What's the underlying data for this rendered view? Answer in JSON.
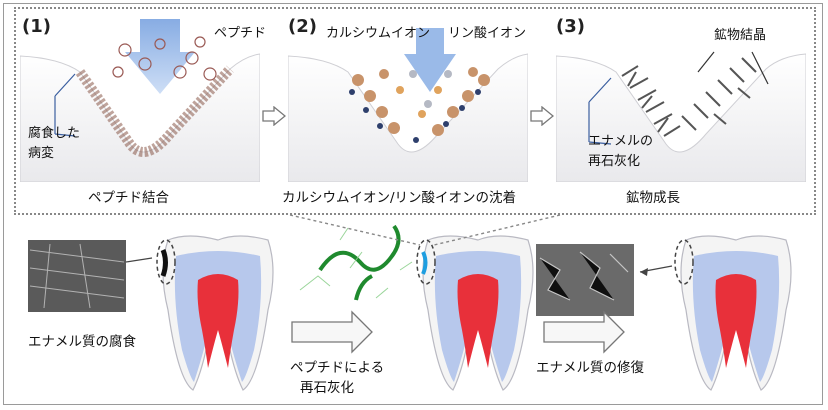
{
  "steps": [
    {
      "number": "(1)",
      "caption": "ペプチド結合",
      "labels": {
        "peptide": "ペプチド",
        "lesion_line1": "腐食した",
        "lesion_line2": "病変"
      }
    },
    {
      "number": "(2)",
      "caption": "カルシウムイオン/リン酸イオンの沈着",
      "labels": {
        "calcium": "カルシウムイオン",
        "phosphate": "リン酸イオン"
      }
    },
    {
      "number": "(3)",
      "caption": "鉱物成長",
      "labels": {
        "crystal": "鉱物結晶",
        "remin_line1": "エナメルの",
        "remin_line2": "再石灰化"
      }
    }
  ],
  "bottom": {
    "caries": "エナメル質の腐食",
    "peptide_remin_line1": "ペプチドによる",
    "peptide_remin_line2": "再石灰化",
    "repair": "エナメル質の修復"
  },
  "colors": {
    "pulp": "#e8303a",
    "dentin": "#b7c8ec",
    "enamel": "#f4f4f4",
    "peptide": "#2e9a3a",
    "arrow": "#9bbbe8"
  }
}
